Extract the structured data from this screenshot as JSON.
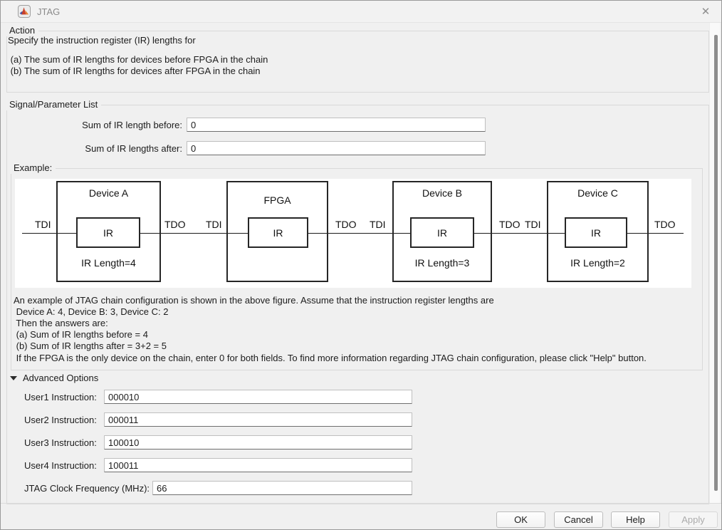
{
  "window": {
    "title": "JTAG",
    "close_glyph": "✕"
  },
  "colors": {
    "dialog_background": "#f0f0f0",
    "matlab_icon_orange": "#d04a1e",
    "diagram_stroke": "#262626"
  },
  "action": {
    "legend": "Action",
    "lines": [
      "Specify the instruction register (IR) lengths for",
      " (a) The sum of IR lengths for devices before FPGA in the chain",
      " (b) The sum of IR lengths for devices after FPGA in the chain"
    ]
  },
  "signal_list": {
    "legend": "Signal/Parameter List",
    "fields": [
      {
        "label": "Sum of IR length before:",
        "value": "0"
      },
      {
        "label": "Sum of IR lengths after:",
        "value": "0"
      }
    ]
  },
  "example": {
    "legend": "Example:",
    "diagram": {
      "tdi_label": "TDI",
      "tdo_label": "TDO",
      "devices": [
        {
          "name": "Device A",
          "ir_label": "IR",
          "ir_length": "IR Length=4"
        },
        {
          "name": "FPGA",
          "ir_label": "IR",
          "ir_length": ""
        },
        {
          "name": "Device B",
          "ir_label": "IR",
          "ir_length": "IR Length=3"
        },
        {
          "name": "Device C",
          "ir_label": "IR",
          "ir_length": "IR Length=2"
        }
      ]
    },
    "notes": [
      "An example of JTAG chain configuration is shown in the above figure. Assume that the instruction register lengths are",
      " Device A: 4, Device B: 3, Device C: 2",
      " Then the answers are:",
      " (a) Sum of IR lengths before = 4",
      " (b) Sum of IR lengths after = 3+2 = 5",
      " If the FPGA is the only device on the chain, enter 0 for both fields. To find more information regarding JTAG chain configuration, please click \"Help\" button."
    ]
  },
  "advanced": {
    "toggle_label": "Advanced Options",
    "fields": [
      {
        "label": "User1 Instruction:",
        "value": "000010"
      },
      {
        "label": "User2 Instruction:",
        "value": "000011"
      },
      {
        "label": "User3 Instruction:",
        "value": "100010"
      },
      {
        "label": "User4 Instruction:",
        "value": "100011"
      },
      {
        "label": "JTAG Clock Frequency (MHz):",
        "value": "66"
      }
    ]
  },
  "footer": {
    "ok_label": "OK",
    "cancel_label": "Cancel",
    "help_label": "Help",
    "apply_label": "Apply"
  }
}
